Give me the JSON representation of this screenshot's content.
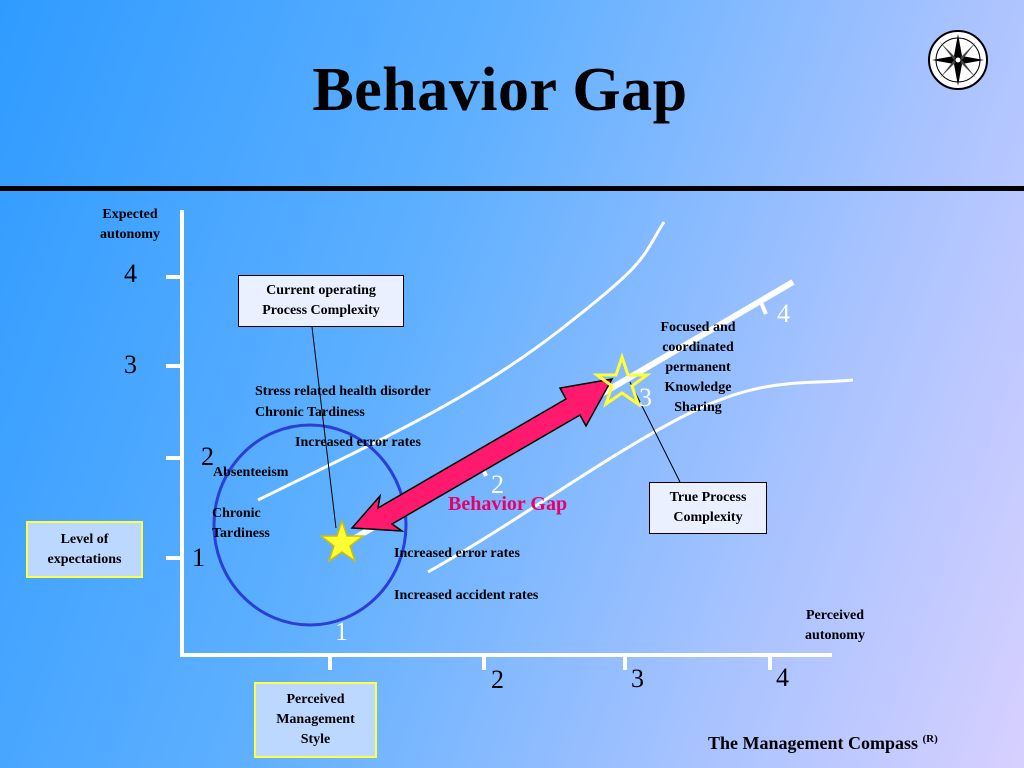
{
  "title": "Behavior Gap",
  "footer": {
    "text": "The Management Compass",
    "mark": "(R)"
  },
  "y_axis": {
    "label_line1": "Expected",
    "label_line2": "autonomy",
    "ticks": [
      "4",
      "3",
      "2",
      "1"
    ]
  },
  "x_axis": {
    "label_line1": "Perceived",
    "label_line2": "autonomy",
    "ticks": [
      "2",
      "3",
      "4"
    ]
  },
  "diagonal_ticks": [
    "1",
    "2",
    "3",
    "4"
  ],
  "boxes": {
    "current_line1": "Current operating",
    "current_line2": "Process Complexity",
    "true_line1": "True Process",
    "true_line2": "Complexity",
    "level_line1": "Level of",
    "level_line2": "expectations",
    "style_line1": "Perceived",
    "style_line2": "Management",
    "style_line3": "Style"
  },
  "labels": {
    "stress": "Stress related health disorder",
    "tardiness": "Chronic Tardiness",
    "error_upper": "Increased error rates",
    "absenteeism": "Absenteeism",
    "chronic_line1": "Chronic",
    "chronic_line2": "Tardiness",
    "error_lower": "Increased error rates",
    "accident": "Increased accident rates",
    "focused_line1": "Focused and",
    "focused_line2": "coordinated",
    "focused_line3": "permanent",
    "focused_line4": "Knowledge",
    "focused_line5": "Sharing",
    "behavior_gap": "Behavior Gap"
  },
  "colors": {
    "gap_arrow": "#ff1a6e",
    "star_fill": "#ffff33",
    "circle": "#2a3fd6",
    "curve": "#ffffff"
  },
  "icons": {
    "compass": "compass-rose-icon"
  }
}
